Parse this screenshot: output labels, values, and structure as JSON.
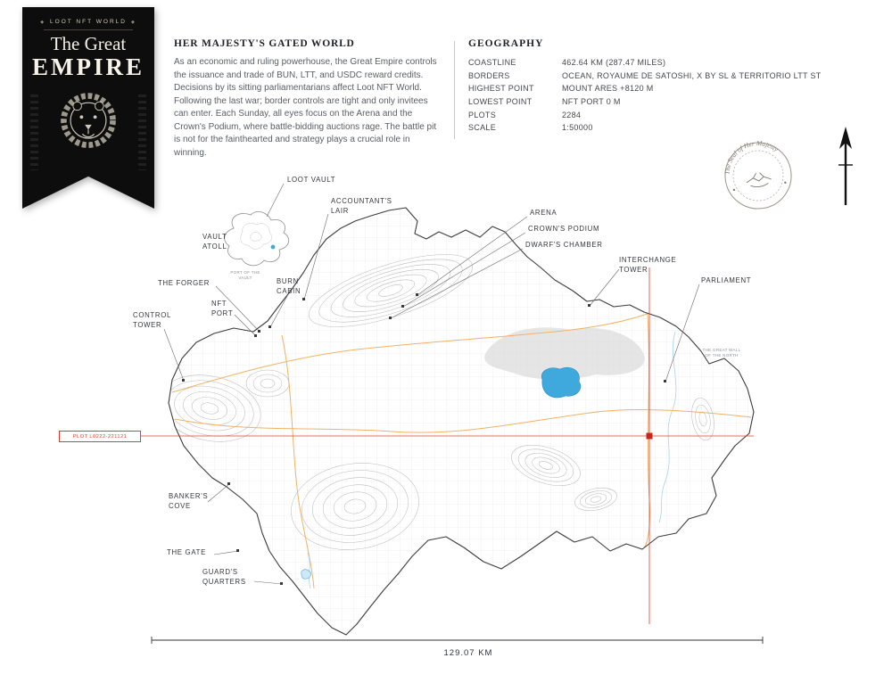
{
  "banner": {
    "brand": "LOOT NFT WORLD",
    "ornament": "◆",
    "title_top": "The Great",
    "title_main": "EMPIRE"
  },
  "intro": {
    "heading": "HER MAJESTY'S GATED WORLD",
    "body": "As an economic and ruling powerhouse, the Great Empire controls the issuance and trade of BUN, LTT, and USDC reward credits. Decisions by its sitting parliamentarians affect Loot NFT World. Following the last war; border controls are tight and only invitees can enter. Each Sunday, all eyes focus on the Arena and the Crown's Podium, where battle-bidding auctions rage. The battle pit is not for the fainthearted and strategy plays a crucial role in winning."
  },
  "geography": {
    "heading": "GEOGRAPHY",
    "rows": [
      {
        "label": "COASTLINE",
        "value": "462.64 KM (287.47 MILES)"
      },
      {
        "label": "BORDERS",
        "value": "OCEAN, ROYAUME DE SATOSHI, X BY SL & TERRITORIO LTT ST"
      },
      {
        "label": "HIGHEST POINT",
        "value": "MOUNT ARES +8120 M"
      },
      {
        "label": "LOWEST POINT",
        "value": "NFT PORT 0 M"
      },
      {
        "label": "PLOTS",
        "value": "2284"
      },
      {
        "label": "SCALE",
        "value": "1:50000"
      }
    ]
  },
  "seal": {
    "text": "The Seal of Her Majesty"
  },
  "map": {
    "labels": [
      {
        "text": "LOOT VAULT"
      },
      {
        "text": "VAULT ATOLL"
      },
      {
        "text": "ACCOUNTANT'S LAIR"
      },
      {
        "text": "ARENA"
      },
      {
        "text": "CROWN'S PODIUM"
      },
      {
        "text": "DWARF'S CHAMBER"
      },
      {
        "text": "INTERCHANGE TOWER"
      },
      {
        "text": "PARLIAMENT"
      },
      {
        "text": "THE FORGER"
      },
      {
        "text": "BURN CABIN"
      },
      {
        "text": "NFT PORT"
      },
      {
        "text": "CONTROL TOWER"
      },
      {
        "text": "BANKER'S COVE"
      },
      {
        "text": "THE GATE"
      },
      {
        "text": "GUARD'S QUARTERS"
      },
      {
        "text": "PORT OF THE VAULT"
      },
      {
        "text": "THE GREAT WALL OF THE NORTH"
      }
    ],
    "plot_tag": "PLOT L0222-221121",
    "scale_label": "129.07 KM",
    "colors": {
      "road": "#efb264",
      "water": "#3fa8dc",
      "crosshair": "#e03c31",
      "contour": "#bcbcbc"
    }
  }
}
